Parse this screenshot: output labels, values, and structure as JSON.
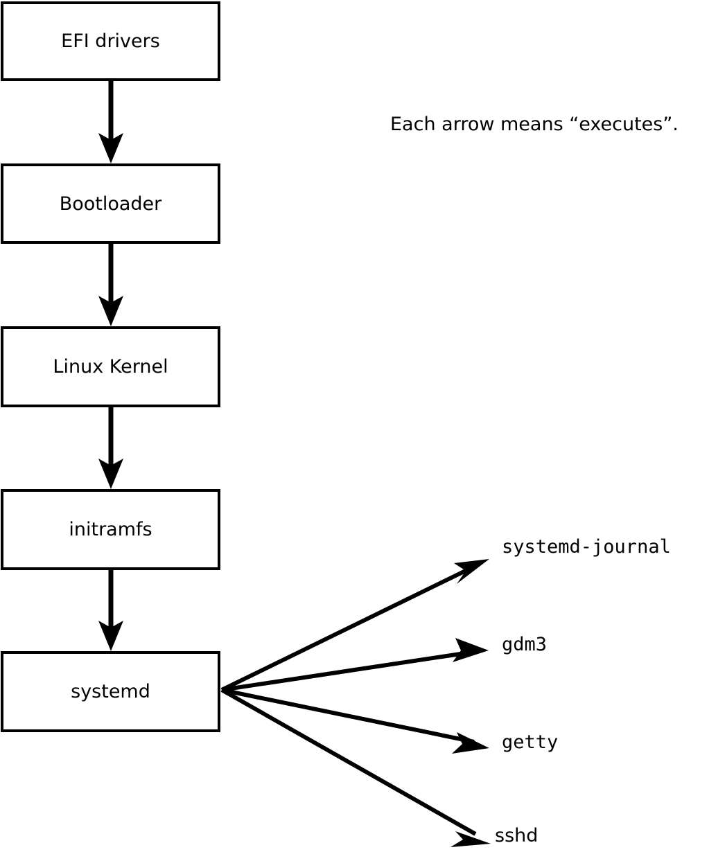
{
  "diagram": {
    "title_note": "Each arrow means “executes”.",
    "boot_chain": [
      {
        "id": "efi-drivers",
        "label": "EFI drivers"
      },
      {
        "id": "bootloader",
        "label": "Bootloader"
      },
      {
        "id": "linux-kernel",
        "label": "Linux Kernel"
      },
      {
        "id": "initramfs",
        "label": "initramfs"
      },
      {
        "id": "systemd",
        "label": "systemd"
      }
    ],
    "systemd_children": [
      {
        "id": "systemd-journal",
        "label": "systemd-journal",
        "font": "mono"
      },
      {
        "id": "gdm3",
        "label": "gdm3",
        "font": "mono"
      },
      {
        "id": "getty",
        "label": "getty",
        "font": "mono"
      },
      {
        "id": "sshd",
        "label": "sshd",
        "font": "sans"
      }
    ],
    "edge_semantics": "executes",
    "colors": {
      "stroke": "#000000",
      "fill": "#ffffff",
      "text": "#000000"
    }
  }
}
